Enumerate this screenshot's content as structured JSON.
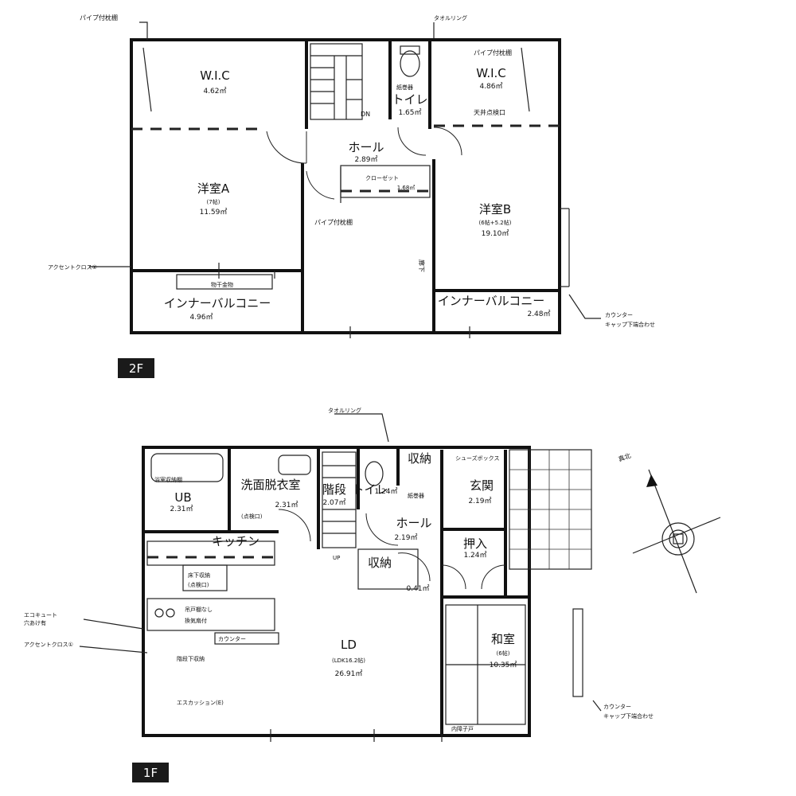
{
  "floor2": {
    "tag": "2F",
    "rooms": {
      "wic_left": {
        "name": "W.I.C",
        "area": "4.62㎡"
      },
      "wic_right": {
        "name": "W.I.C",
        "area": "4.86㎡"
      },
      "toilet": {
        "name": "トイレ",
        "area": "1.65㎡"
      },
      "hall": {
        "name": "ホール",
        "area": "2.89㎡"
      },
      "closet": {
        "name": "クローゼット",
        "area": "1.68㎡"
      },
      "yoshitsu_a": {
        "name": "洋室A",
        "sub": "(7帖)",
        "area": "11.59㎡"
      },
      "yoshitsu_b": {
        "name": "洋室B",
        "sub": "(6帖+5.2帖)",
        "area": "19.10㎡"
      },
      "balcony_left": {
        "name": "インナーバルコニー",
        "area": "4.96㎡"
      },
      "balcony_right": {
        "name": "インナーバルコニー",
        "area": "2.48㎡"
      }
    },
    "notes": {
      "pipe_shelf_top": "パイプ付枕棚",
      "pipe_shelf_right": "パイプ付枕棚",
      "pipe_shelf_mid": "パイプ付枕棚",
      "towel_ring": "タオルリング",
      "paper_holder": "紙巻器",
      "ceiling_hatch": "天井点検口",
      "dn": "DN",
      "drying_rack": "物干金物",
      "outlet_left": "アクセントクロス②",
      "outlet_right_1": "カウンター",
      "outlet_right_2": "キャップ下端合わせ",
      "aisle": "廊下"
    }
  },
  "floor1": {
    "tag": "1F",
    "rooms": {
      "ub": {
        "name": "UB",
        "area": "2.31㎡"
      },
      "washroom": {
        "name": "洗面脱衣室",
        "area": "2.31㎡"
      },
      "stairs": {
        "name": "階段",
        "area": "2.07㎡"
      },
      "toilet": {
        "name": "トイレ",
        "area": "1.24㎡"
      },
      "storage_top": {
        "name": "収納"
      },
      "genkan": {
        "name": "玄関",
        "area": "2.19㎡"
      },
      "hall": {
        "name": "ホール",
        "area": "2.19㎡"
      },
      "oshiire": {
        "name": "押入",
        "area": "1.24㎡"
      },
      "kitchen": {
        "name": "キッチン"
      },
      "storage_mid": {
        "name": "収納",
        "area": "0.41㎡"
      },
      "ld": {
        "name": "LD",
        "sub": "(LDK16.2帖)",
        "area": "26.91㎡"
      },
      "washitsu": {
        "name": "和室",
        "sub": "(6帖)",
        "area": "10.35㎡"
      }
    },
    "notes": {
      "towel_ring": "タオルリング",
      "paper_holder": "紙巻器",
      "bath_storage": "浴室収納棚",
      "wash_check": "(点検口)",
      "shoe_box": "シューズボックス",
      "underfloor": "床下収納",
      "underfloor_2": "(点検口)",
      "no_hood": "吊戸棚なし",
      "hood_cabinet": "換気扇付",
      "counter": "カウンター",
      "stair_note": "階段下収納",
      "escutcheon_1": "エスカッション",
      "escutcheon_2": "エスカッション(E)",
      "accent_cloth": "アクセントクロス①",
      "eco_1": "エコキュート",
      "eco_2": "穴あけ有",
      "counter_right_1": "カウンター",
      "counter_right_2": "キャップ下端合わせ",
      "shoji": "内障子戸",
      "up": "UP",
      "north": "真北"
    }
  }
}
